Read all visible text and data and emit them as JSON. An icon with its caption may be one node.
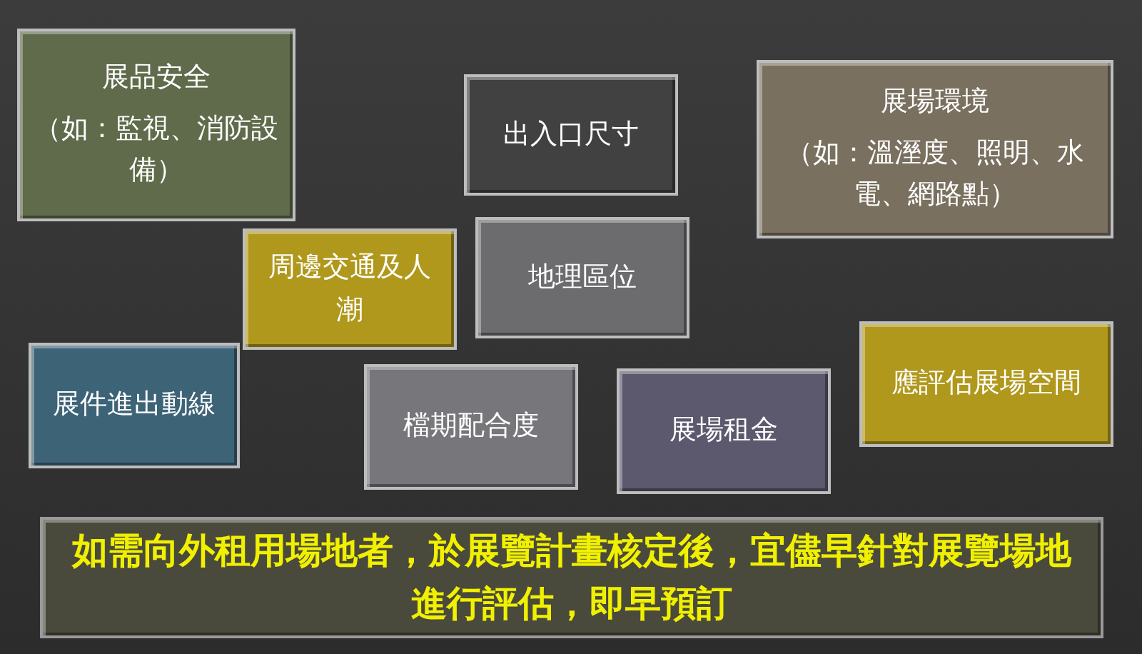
{
  "diagram": {
    "nodes": [
      {
        "text": [
          "展品安全",
          "（如：監視、消防設備）"
        ]
      },
      {
        "text": [
          "出入口尺寸"
        ]
      },
      {
        "text": [
          "展場環境",
          "（如：溫溼度、照明、水電、網路點）"
        ]
      },
      {
        "text": [
          "周邊交通及人潮"
        ]
      },
      {
        "text": [
          "地理區位"
        ]
      },
      {
        "text": [
          "展件進出動線"
        ]
      },
      {
        "text": [
          "應評估展場空間"
        ]
      },
      {
        "text": [
          "檔期配合度"
        ]
      },
      {
        "text": [
          "展場租金"
        ]
      },
      {
        "text": [
          "如需向外租用場地者，於展覽計畫核定後，宜儘早針對展覽場地進行評估，即早預訂"
        ]
      }
    ]
  }
}
